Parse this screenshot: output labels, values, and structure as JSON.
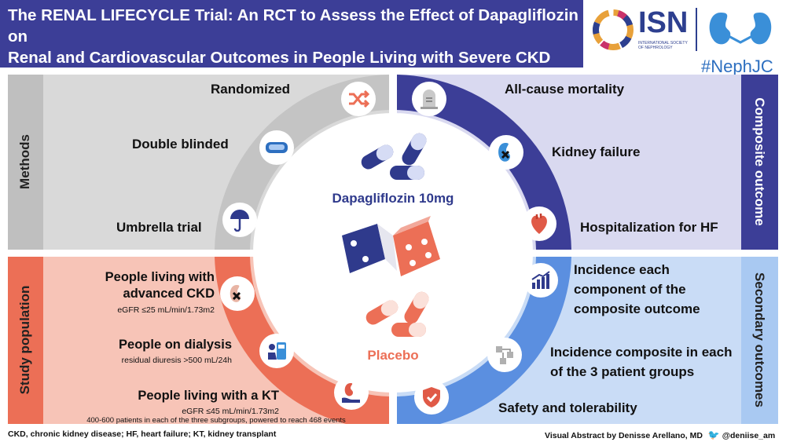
{
  "header": {
    "title_line1": "The RENAL LIFECYCLE Trial: An RCT to Assess the Effect of Dapagliflozin on",
    "title_line2": "Renal and Cardiovascular Outcomes in People Living  with Severe CKD"
  },
  "logos": {
    "isn": "ISN",
    "isn_sub": "INTERNATIONAL SOCIETY OF NEPHROLOGY",
    "hashtag": "#NephJC"
  },
  "colors": {
    "methods": "#d9d9d9",
    "composite": "#3c3e97",
    "composite_bg": "#d9d9f0",
    "population": "#ec6f56",
    "population_bg": "#f7c4b7",
    "secondary": "#a9c9f2",
    "secondary_strong": "#5b8fe0",
    "navy": "#2f3a8c"
  },
  "methods": {
    "label": "Methods",
    "items": [
      "Randomized",
      "Double blinded",
      "Umbrella trial"
    ]
  },
  "composite": {
    "label": "Composite outcome",
    "items": [
      "All-cause mortality",
      "Kidney failure",
      "Hospitalization for HF"
    ]
  },
  "population": {
    "label": "Study population",
    "group1_title_a": "People living with",
    "group1_title_b": "advanced CKD",
    "group1_sub": "eGFR ≤25 mL/min/1.73m2",
    "group2_title": "People on dialysis",
    "group2_sub": "residual diuresis >500 mL/24h",
    "group3_title": "People living with a KT",
    "group3_sub": "eGFR ≤45 mL/min/1.73m2",
    "note": "400-600 patients in each of the three subgroups,  powered to reach 468 events"
  },
  "secondary": {
    "label": "Secondary outcomes",
    "item1_a": "Incidence each",
    "item1_b": "component of the",
    "item1_c": "composite outcome",
    "item2_a": "Incidence composite in each",
    "item2_b": "of the 3 patient groups",
    "item3": "Safety and tolerability"
  },
  "center": {
    "drug": "Dapagliflozin 10mg",
    "placebo": "Placebo"
  },
  "footer": {
    "abbrev": "CKD, chronic kidney disease; HF, heart failure; KT, kidney transplant",
    "credit": "Visual Abstract by Denisse Arellano, MD",
    "handle": "@deniise_am"
  }
}
